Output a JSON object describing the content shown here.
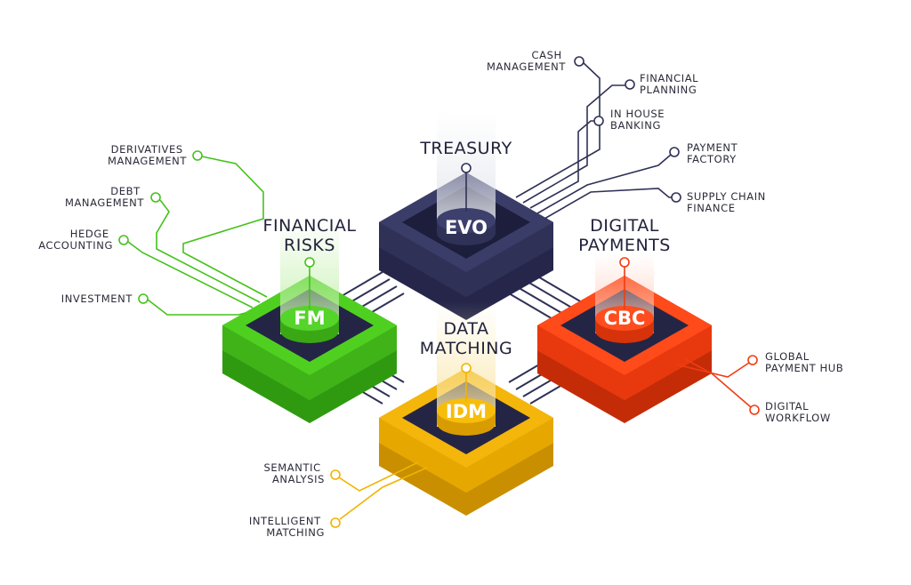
{
  "modules": {
    "treasury": {
      "title": "TREASURY",
      "code": "EVO"
    },
    "financial_risks": {
      "title_line1": "FINANCIAL",
      "title_line2": "RISKS",
      "code": "FM"
    },
    "digital_payments": {
      "title_line1": "DIGITAL",
      "title_line2": "PAYMENTS",
      "code": "CBC"
    },
    "data_matching": {
      "title_line1": "DATA",
      "title_line2": "MATCHING",
      "code": "IDM"
    }
  },
  "treasury_features": {
    "cash_management": [
      "CASH",
      "MANAGEMENT"
    ],
    "financial_planning": [
      "FINANCIAL",
      "PLANNING"
    ],
    "in_house_banking": [
      "IN HOUSE",
      "BANKING"
    ],
    "payment_factory": [
      "PAYMENT",
      "FACTORY"
    ],
    "supply_chain_finance": [
      "SUPPLY CHAIN",
      "FINANCE"
    ]
  },
  "risk_features": {
    "derivatives_management": [
      "DERIVATIVES",
      "MANAGEMENT"
    ],
    "debt_management": [
      "DEBT",
      "MANAGEMENT"
    ],
    "hedge_accounting": [
      "HEDGE",
      "ACCOUNTING"
    ],
    "investment": [
      "INVESTMENT"
    ]
  },
  "payment_features": {
    "global_payment_hub": [
      "GLOBAL",
      "PAYMENT HUB"
    ],
    "digital_workflow": [
      "DIGITAL",
      "WORKFLOW"
    ]
  },
  "matching_features": {
    "semantic_analysis": [
      "SEMANTIC",
      "ANALYSIS"
    ],
    "intelligent_matching": [
      "INTELLIGENT",
      "MATCHING"
    ]
  },
  "colors": {
    "navy": "#2f3157",
    "green": "#45c21b",
    "red": "#f23c12",
    "yellow": "#f0b400"
  }
}
